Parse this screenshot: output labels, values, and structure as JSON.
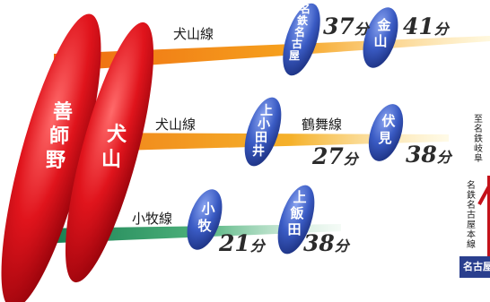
{
  "origins": [
    {
      "name": "善師野",
      "chars": [
        "善",
        "師",
        "野"
      ]
    },
    {
      "name": "犬山",
      "chars": [
        "犬",
        "山"
      ]
    }
  ],
  "routes": [
    {
      "line": "犬山線",
      "color": "#f07a1e",
      "stations": [
        {
          "name": "名鉄名古屋",
          "chars": [
            "名",
            "鉄",
            "名",
            "古",
            "屋"
          ],
          "time": "37",
          "unit": "分"
        },
        {
          "name": "金山",
          "chars": [
            "金",
            "山"
          ],
          "time": "41",
          "unit": "分"
        }
      ]
    },
    {
      "line": "犬山線",
      "transfer_line": "鶴舞線",
      "color": "#f2a22a",
      "stations": [
        {
          "name": "上小田井",
          "chars": [
            "上",
            "小",
            "田",
            "井"
          ],
          "time": "27",
          "unit": "分"
        },
        {
          "name": "伏見",
          "chars": [
            "伏",
            "見"
          ],
          "time": "38",
          "unit": "分"
        }
      ]
    },
    {
      "line": "小牧線",
      "color": "#1f8a5a",
      "stations": [
        {
          "name": "小牧",
          "chars": [
            "小",
            "牧"
          ],
          "time": "21",
          "unit": "分"
        },
        {
          "name": "上飯田",
          "chars": [
            "上",
            "飯",
            "田"
          ],
          "time": "38",
          "unit": "分"
        }
      ]
    }
  ],
  "side_labels": {
    "to_gifu": "至名鉄岐阜",
    "main_line": "名鉄名古屋本線",
    "badge": "名古屋"
  },
  "colors": {
    "origin_red": "#d8161d",
    "station_blue": "#2f4fae",
    "rail_red": "#c4121a"
  }
}
